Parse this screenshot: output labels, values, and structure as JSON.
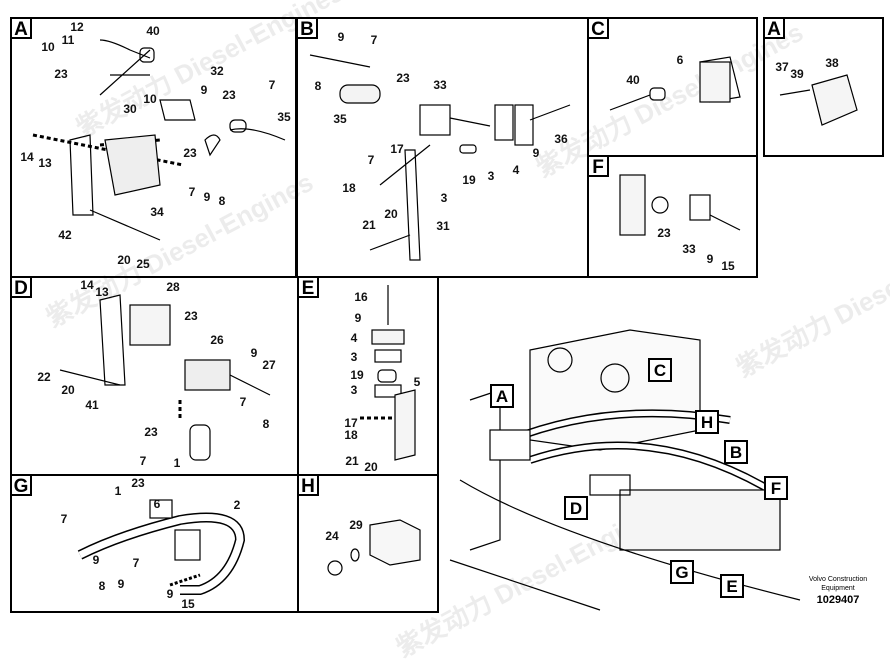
{
  "watermark": "紫发动力 Diesel-Engines",
  "panels": {
    "A": {
      "label": "A",
      "callouts": [
        "12",
        "11",
        "10",
        "40",
        "23",
        "32",
        "9",
        "10",
        "30",
        "23",
        "7",
        "35",
        "14",
        "13",
        "23",
        "7",
        "9",
        "8",
        "34",
        "42",
        "20",
        "25"
      ]
    },
    "B": {
      "label": "B",
      "callouts": [
        "9",
        "7",
        "8",
        "23",
        "33",
        "35",
        "7",
        "17",
        "18",
        "19",
        "3",
        "4",
        "9",
        "36",
        "3",
        "20",
        "21",
        "31"
      ]
    },
    "C": {
      "label": "C",
      "callouts": [
        "40",
        "6"
      ]
    },
    "A2": {
      "label": "A",
      "callouts": [
        "37",
        "39",
        "38"
      ]
    },
    "F": {
      "label": "F",
      "callouts": [
        "23",
        "33",
        "9",
        "15"
      ]
    },
    "D": {
      "label": "D",
      "callouts": [
        "14",
        "13",
        "28",
        "23",
        "26",
        "22",
        "20",
        "41",
        "9",
        "27",
        "7",
        "8",
        "23",
        "7",
        "1"
      ]
    },
    "E": {
      "label": "E",
      "callouts": [
        "16",
        "9",
        "4",
        "3",
        "19",
        "3",
        "5",
        "17",
        "18",
        "21",
        "20"
      ]
    },
    "G": {
      "label": "G",
      "callouts": [
        "7",
        "1",
        "23",
        "6",
        "2",
        "9",
        "7",
        "8",
        "9",
        "9",
        "15"
      ]
    },
    "H": {
      "label": "H",
      "callouts": [
        "24",
        "29"
      ]
    }
  },
  "overview": {
    "markers": [
      "A",
      "C",
      "H",
      "B",
      "F",
      "D",
      "G",
      "E"
    ]
  },
  "caption": {
    "company": "Volvo Construction Equipment",
    "number": "1029407"
  }
}
